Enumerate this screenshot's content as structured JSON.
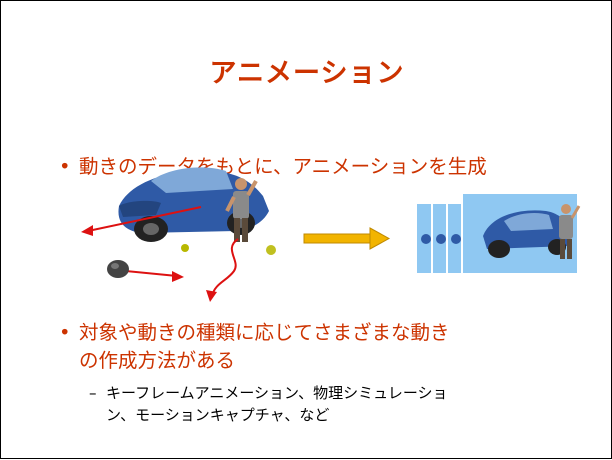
{
  "slide": {
    "title": "アニメーション",
    "bullets": [
      {
        "marker": "•",
        "text": "動きのデータをもとに、アニメーションを生成"
      },
      {
        "marker": "•",
        "line1": "対象や動きの種類に応じてさまざまな動き",
        "line2": "の作成方法がある",
        "sub": {
          "marker": "–",
          "line1": "キーフレームアニメーション、物理シミュレーショ",
          "line2": "ン、モーションキャプチャ、など"
        }
      }
    ]
  },
  "illustration": {
    "accent_red": "#dd1111",
    "arrow_yellow": "#f2b400",
    "sky_blue": "#8fc8f2",
    "car_blue": "#2f5aa6"
  }
}
